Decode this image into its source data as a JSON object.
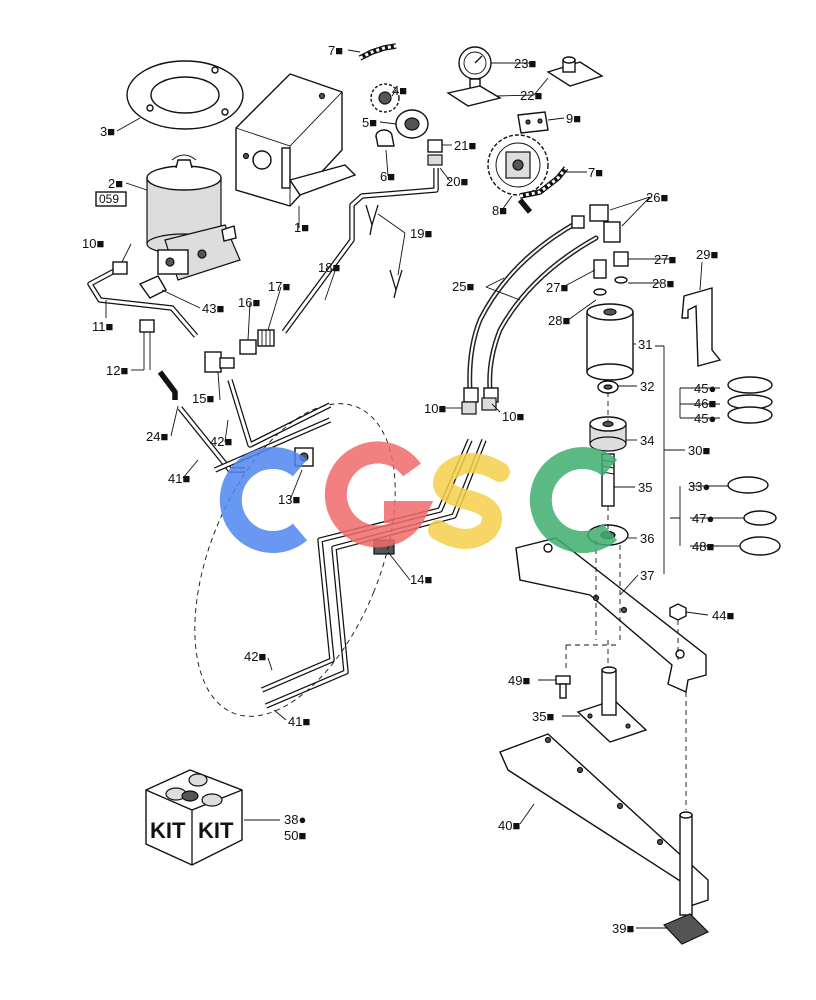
{
  "callouts": [
    {
      "text": "1",
      "mark": "■"
    },
    {
      "text": "2",
      "mark": "■"
    },
    {
      "text": "3",
      "mark": "■"
    },
    {
      "text": "4",
      "mark": "■"
    },
    {
      "text": "5",
      "mark": "■"
    },
    {
      "text": "6",
      "mark": "■"
    },
    {
      "text": "7",
      "mark": "■"
    },
    {
      "text": "7",
      "mark": "■"
    },
    {
      "text": "8",
      "mark": "■"
    },
    {
      "text": "9",
      "mark": "■"
    },
    {
      "text": "10",
      "mark": "■"
    },
    {
      "text": "10",
      "mark": "■"
    },
    {
      "text": "10",
      "mark": "■"
    },
    {
      "text": "11",
      "mark": "■"
    },
    {
      "text": "12",
      "mark": "■"
    },
    {
      "text": "13",
      "mark": "■"
    },
    {
      "text": "14",
      "mark": "■"
    },
    {
      "text": "15",
      "mark": "■"
    },
    {
      "text": "16",
      "mark": "■"
    },
    {
      "text": "17",
      "mark": "■"
    },
    {
      "text": "18",
      "mark": "■"
    },
    {
      "text": "19",
      "mark": "■"
    },
    {
      "text": "20",
      "mark": "■"
    },
    {
      "text": "21",
      "mark": "■"
    },
    {
      "text": "22",
      "mark": "■"
    },
    {
      "text": "23",
      "mark": "■"
    },
    {
      "text": "24",
      "mark": "■"
    },
    {
      "text": "25",
      "mark": "■"
    },
    {
      "text": "26",
      "mark": "■"
    },
    {
      "text": "27",
      "mark": "■"
    },
    {
      "text": "27",
      "mark": "■"
    },
    {
      "text": "28",
      "mark": "■"
    },
    {
      "text": "28",
      "mark": "■"
    },
    {
      "text": "29",
      "mark": "■"
    },
    {
      "text": "30",
      "mark": "■"
    },
    {
      "text": "31",
      "mark": ""
    },
    {
      "text": "32",
      "mark": ""
    },
    {
      "text": "33",
      "mark": "●"
    },
    {
      "text": "34",
      "mark": ""
    },
    {
      "text": "35",
      "mark": ""
    },
    {
      "text": "35",
      "mark": "■"
    },
    {
      "text": "36",
      "mark": ""
    },
    {
      "text": "37",
      "mark": ""
    },
    {
      "text": "38",
      "mark": "●"
    },
    {
      "text": "39",
      "mark": "■"
    },
    {
      "text": "40",
      "mark": "■"
    },
    {
      "text": "41",
      "mark": "■"
    },
    {
      "text": "41",
      "mark": "■"
    },
    {
      "text": "42",
      "mark": "■"
    },
    {
      "text": "42",
      "mark": "■"
    },
    {
      "text": "43",
      "mark": "■"
    },
    {
      "text": "44",
      "mark": "■"
    },
    {
      "text": "45",
      "mark": "●"
    },
    {
      "text": "45",
      "mark": "●"
    },
    {
      "text": "46",
      "mark": "■"
    },
    {
      "text": "47",
      "mark": "●"
    },
    {
      "text": "48",
      "mark": "■"
    },
    {
      "text": "49",
      "mark": "■"
    },
    {
      "text": "50",
      "mark": "■"
    }
  ],
  "ref_box": "059",
  "kit_label": "KIT",
  "watermark": {
    "letters": [
      "C",
      "G",
      "S",
      "C"
    ],
    "colors": [
      "#4f86f0",
      "#f06b6b",
      "#f5d04a",
      "#3fae6f"
    ]
  }
}
